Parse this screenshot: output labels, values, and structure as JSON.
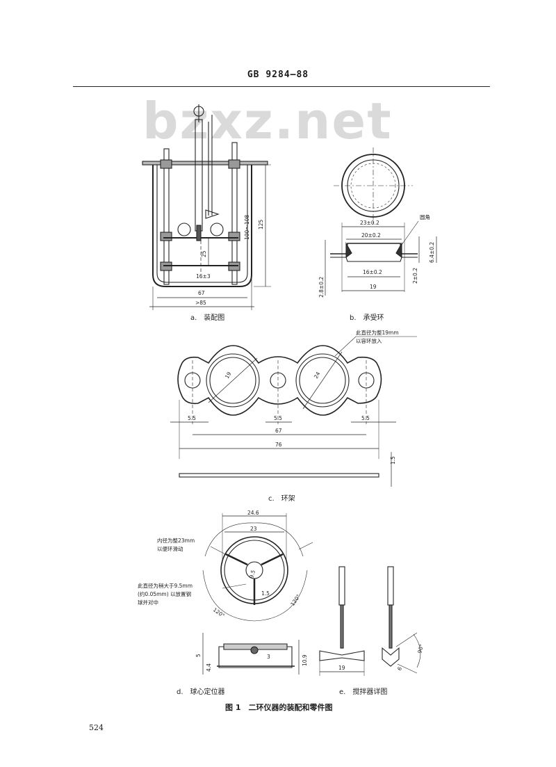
{
  "header": {
    "standard": "GB 9284—88"
  },
  "watermark": "bzxz.net",
  "figure": {
    "caption": "图 1　二环仪器的装配和零件图",
    "panels": {
      "a": {
        "label": "a.　装配图",
        "dims": {
          "d125": "125",
          "d100_108": "100～108",
          "d25": "25",
          "d16_3": "16±3",
          "d67": "67",
          "d85": ">85"
        }
      },
      "b": {
        "label": "b.　承受环",
        "note": "圆角",
        "dims": {
          "d23": "23±0.2",
          "d20": "20±0.2",
          "d16": "16±0.2",
          "d19": "19",
          "d28": "2.8±0.2",
          "d64": "6.4±0.2",
          "d2": "2±0.2"
        }
      },
      "c": {
        "label": "c.　环架",
        "note_line1": "此直径为整19mm",
        "note_line2": "以容环放入",
        "dims": {
          "d19": "19",
          "d24": "24",
          "d55a": "5.5",
          "d55b": "5.5",
          "d55c": "5.5",
          "d67": "67",
          "d76": "76",
          "d15": "1.5"
        }
      },
      "d": {
        "label": "d.　球心定位器",
        "note1_line1": "内径为整23mm",
        "note1_line2": "以便环滑动",
        "note2_line1": "此直径为稍大于9.5mm",
        "note2_line2": "(约0.05mm) 以放置钢",
        "note2_line3": "球并对中",
        "dims": {
          "d246": "24.6",
          "d23": "23",
          "d95": "9.5",
          "d15": "1.5",
          "a120a": "120°",
          "a120b": "120°",
          "d5": "5",
          "d44": "4.4",
          "d109": "10.9",
          "d3": "3"
        }
      },
      "e": {
        "label": "e.　搅拌器详图",
        "dims": {
          "d19": "19",
          "d6": "6",
          "a90": "90°"
        }
      }
    }
  },
  "page_number": "524"
}
